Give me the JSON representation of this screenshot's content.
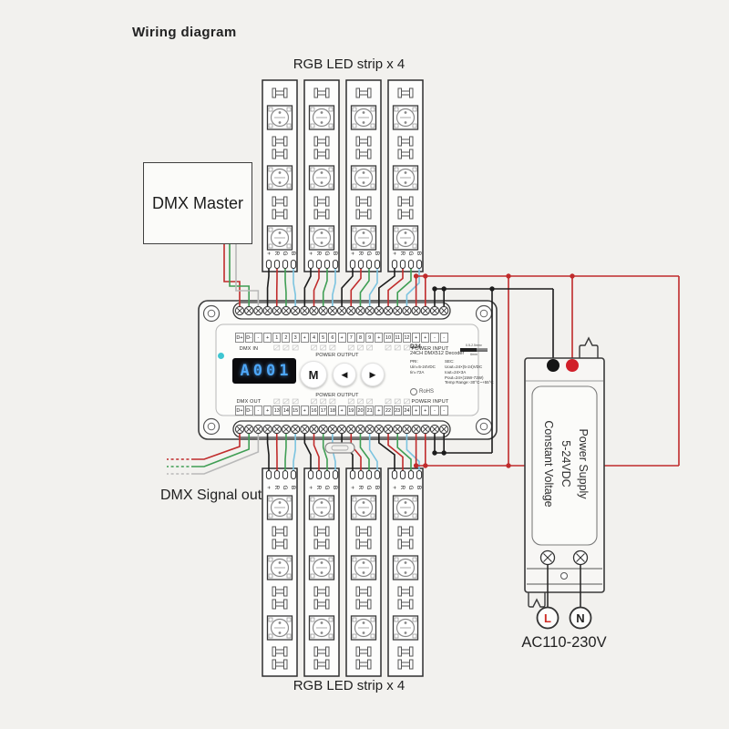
{
  "page": {
    "title": "Wiring diagram",
    "bg": "#f2f1ee"
  },
  "labels": {
    "top_strip": "RGB LED strip x 4",
    "bottom_strip": "RGB LED strip x 4",
    "dmx_master": "DMX Master",
    "dmx_signal_out": "DMX Signal out",
    "ac": "AC110-230V",
    "live": "L",
    "neutral": "N"
  },
  "power_supply": {
    "lines": [
      "Power Supply",
      "5-24VDC",
      "Constant Voltage"
    ]
  },
  "controller": {
    "display": "A001",
    "buttons": [
      "M",
      "◀",
      "▶"
    ],
    "captions": {
      "dmx_in": "DMX IN",
      "dmx_out": "DMX OUT",
      "power_output_top": "POWER OUTPUT",
      "power_output_bottom": "POWER OUTPUT",
      "power_input_top": "POWER INPUT",
      "power_input_bottom": "POWER INPUT"
    },
    "top_terminals": [
      "D+",
      "D-",
      "-",
      "+",
      "1",
      "2",
      "3",
      "+",
      "4",
      "5",
      "6",
      "+",
      "7",
      "8",
      "9",
      "+",
      "10",
      "11",
      "12",
      "+",
      "+",
      "-",
      "-"
    ],
    "bottom_terminals": [
      "D+",
      "D-",
      "-",
      "+",
      "13",
      "14",
      "15",
      "+",
      "16",
      "17",
      "18",
      "+",
      "19",
      "20",
      "21",
      "+",
      "22",
      "23",
      "24",
      "+",
      "+",
      "-",
      "-"
    ],
    "info": {
      "model": "D24",
      "name": "24CH DMX512 Decoder",
      "pri": [
        "PRI:",
        "Uin=5-24VDC",
        "Iin=72A"
      ],
      "sec": [
        "SEC:",
        "Uout=24×(5-24)VDC",
        "Iout=24×3A",
        "Pout=24×(15W-72W)",
        "Temp Range:-30°C~+55°C"
      ],
      "rohs": "RoHS",
      "wire_gauge": [
        "0.5-2.5mm²",
        "6mm"
      ]
    }
  },
  "strip": {
    "pin_labels": [
      "+",
      "R",
      "G",
      "B"
    ]
  },
  "colors": {
    "wire_plus": "#1c1c1c",
    "wire_r": "#c02b2b",
    "wire_g": "#3f9e54",
    "wire_b": "#7cc4e0",
    "wire_gray": "#b9b9b9",
    "psu_red": "#d1202a",
    "outline": "#3a3a3a",
    "led_display_blue": "#4da6f7",
    "cyan_led": "#3fc6d2"
  }
}
